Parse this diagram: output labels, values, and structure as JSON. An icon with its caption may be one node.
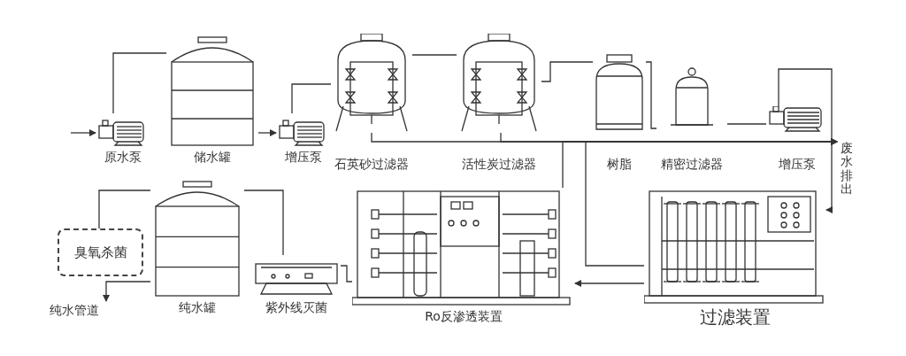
{
  "diagram": {
    "nodes": [
      {
        "text": [
          "原水泵"
        ]
      },
      {
        "text": [
          "储水罐"
        ]
      },
      {
        "text": [
          "增压泵"
        ]
      },
      {
        "text": [
          "石英砂过滤器"
        ]
      },
      {
        "text": [
          "活性炭过滤器"
        ]
      },
      {
        "text": [
          "树脂"
        ]
      },
      {
        "text": [
          "精密过滤器"
        ]
      },
      {
        "text": [
          "增压泵"
        ]
      },
      {
        "text": [
          "废水排出"
        ]
      },
      {
        "text": [
          "过滤装置"
        ]
      },
      {
        "text": [
          "Ro反渗透装置"
        ]
      },
      {
        "text": [
          "紫外线灭菌"
        ]
      },
      {
        "text": [
          "纯水罐"
        ]
      },
      {
        "text": [
          "臭氧杀菌"
        ]
      },
      {
        "text": [
          "纯水管道"
        ]
      }
    ],
    "edges": [
      {
        "from": null,
        "to": 0,
        "arrow": "to"
      },
      {
        "from": 0,
        "to": 1,
        "arrow": "none"
      },
      {
        "from": 1,
        "to": 2,
        "arrow": "to"
      },
      {
        "from": 2,
        "to": 3,
        "arrow": "none"
      },
      {
        "from": 3,
        "to": 4,
        "arrow": "none"
      },
      {
        "from": 4,
        "to": 5,
        "arrow": "none"
      },
      {
        "from": 5,
        "to": 6,
        "arrow": "none"
      },
      {
        "from": 6,
        "to": 7,
        "arrow": "none"
      },
      {
        "from": 7,
        "to": 9,
        "arrow": "to"
      },
      {
        "from": 9,
        "to": 10,
        "arrow": "to"
      },
      {
        "from": 9,
        "to": 8,
        "arrow": "to"
      },
      {
        "from": 10,
        "to": 8,
        "arrow": "to"
      },
      {
        "from": 10,
        "to": 11,
        "arrow": "none"
      },
      {
        "from": 11,
        "to": 12,
        "arrow": "none"
      },
      {
        "from": 12,
        "to": 13,
        "arrow": "none"
      },
      {
        "from": 12,
        "to": 14,
        "arrow": "to"
      },
      {
        "from": 3,
        "to": 8,
        "arrow": "to"
      },
      {
        "from": 4,
        "to": 8,
        "arrow": "to"
      }
    ]
  }
}
